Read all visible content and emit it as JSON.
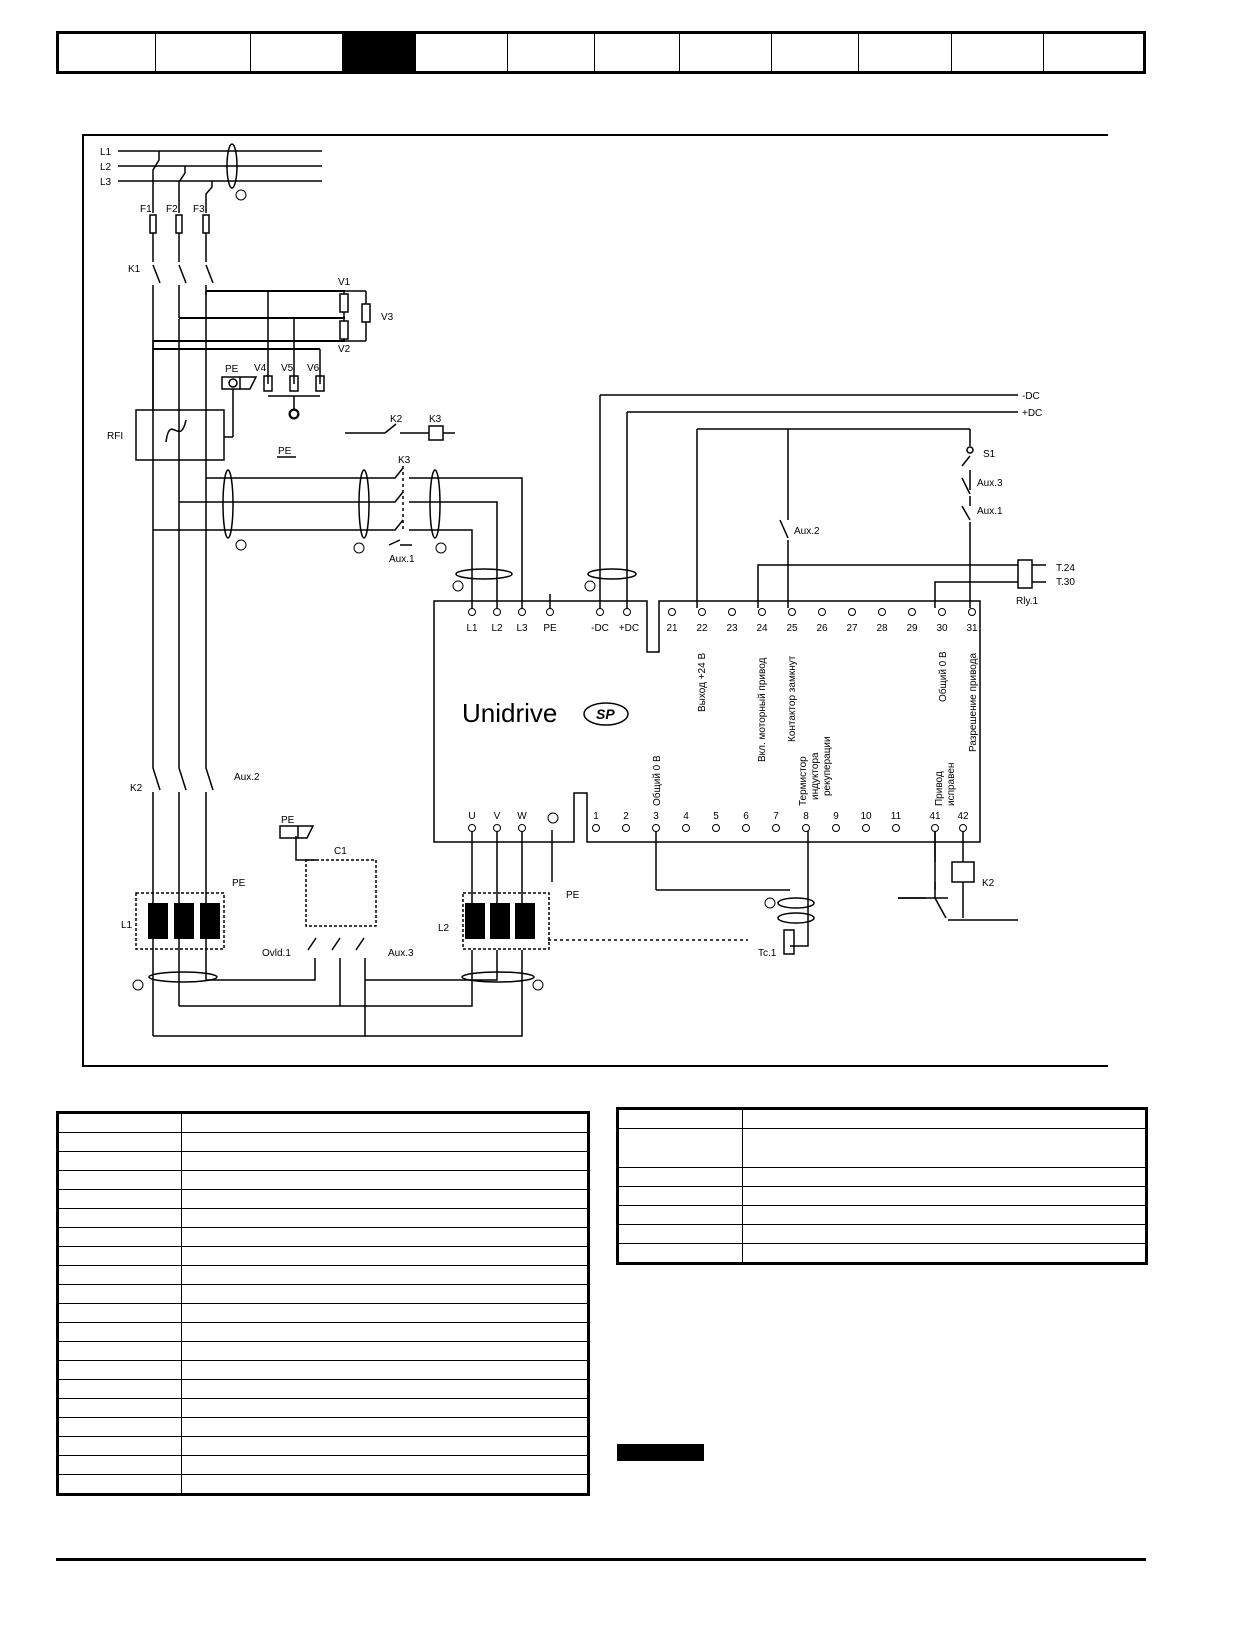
{
  "header": {
    "cells": [
      "",
      "",
      "",
      "",
      "",
      "",
      "",
      "",
      "",
      "",
      "",
      ""
    ]
  },
  "mains": {
    "l1": "L1",
    "l2": "L2",
    "l3": "L3"
  },
  "fuses": [
    "F1",
    "F2",
    "F3"
  ],
  "contactors": {
    "k1": "K1",
    "k2": "K2",
    "k2_top": "K2",
    "k3_top": "K3",
    "k3": "K3",
    "k2_relay": "K2"
  },
  "varistors": [
    "V1",
    "V2",
    "V3",
    "V4",
    "V5",
    "V6"
  ],
  "pe": "PE",
  "rfi": "RFI",
  "aux": {
    "aux1": "Aux.1",
    "aux1_right": "Aux.1",
    "aux2": "Aux.2",
    "aux2_right": "Aux.2",
    "aux3": "Aux.3",
    "aux3_right": "Aux.3"
  },
  "switch_s1": "S1",
  "dc_bus": {
    "minus": "-DC",
    "plus": "+DC"
  },
  "relay": {
    "t24": "T.24",
    "t30": "T.30",
    "rly": "Rly.1"
  },
  "drive": {
    "logo_text": "Unidrive",
    "logo_badge": "SP",
    "power_terminals": [
      "L1",
      "L2",
      "L3",
      "PE",
      "-DC",
      "+DC"
    ],
    "control_terminals_top": [
      "21",
      "22",
      "23",
      "24",
      "25",
      "26",
      "27",
      "28",
      "29",
      "30",
      "31"
    ],
    "motor_terminals": [
      "U",
      "V",
      "W"
    ],
    "control_terminals_bottom": [
      "1",
      "2",
      "3",
      "4",
      "5",
      "6",
      "7",
      "8",
      "9",
      "10",
      "11",
      "41",
      "42"
    ],
    "labels_top": {
      "t22": "Выход +24 В",
      "t24": "Вкл. моторный привод",
      "t25": "Контактор замкнут",
      "t30": "Общий 0 В",
      "t31": "Разрешение привода"
    },
    "labels_bottom": {
      "t3": "Общий 0 В",
      "t8_line1": "Термистор",
      "t8_line2": "индуктора",
      "t8_line3": "рекуперации",
      "t41_line1": "Привод",
      "t41_line2": "исправен"
    }
  },
  "inductors": {
    "l1": "L1",
    "l2": "L2"
  },
  "capacitor": "C1",
  "overload": "Ovld.1",
  "thermistor": "Tc.1",
  "table_left": {
    "rows": [
      [
        "",
        ""
      ],
      [
        "",
        ""
      ],
      [
        "",
        ""
      ],
      [
        "",
        ""
      ],
      [
        "",
        ""
      ],
      [
        "",
        ""
      ],
      [
        "",
        ""
      ],
      [
        "",
        ""
      ],
      [
        "",
        ""
      ],
      [
        "",
        ""
      ],
      [
        "",
        ""
      ],
      [
        "",
        ""
      ],
      [
        "",
        ""
      ],
      [
        "",
        ""
      ],
      [
        "",
        ""
      ],
      [
        "",
        ""
      ],
      [
        "",
        ""
      ],
      [
        "",
        ""
      ],
      [
        "",
        ""
      ],
      [
        "",
        ""
      ]
    ]
  },
  "table_right": {
    "rows": [
      [
        "",
        ""
      ],
      [
        "",
        ""
      ],
      [
        "",
        ""
      ],
      [
        "",
        ""
      ],
      [
        "",
        ""
      ],
      [
        "",
        ""
      ],
      [
        "",
        ""
      ]
    ]
  }
}
